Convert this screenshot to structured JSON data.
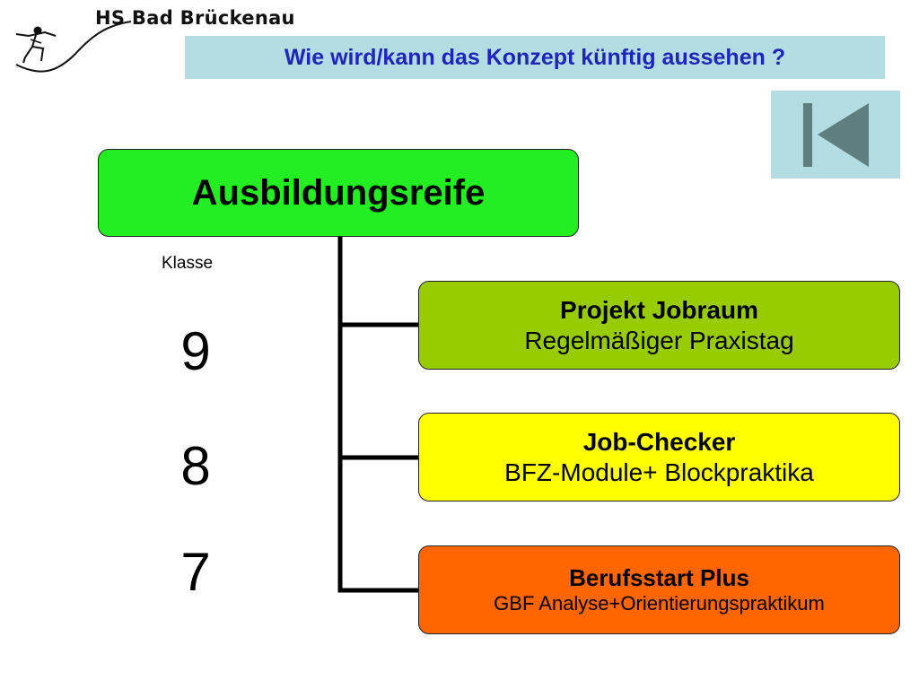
{
  "header": {
    "school_name": "HS Bad Brückenau",
    "title": "Wie wird/kann das Konzept künftig aussehen ?"
  },
  "navigation": {
    "back_icon": "skip-back-icon"
  },
  "diagram": {
    "top": "Ausbildungsreife",
    "klasse_label": "Klasse",
    "grades": [
      "9",
      "8",
      "7"
    ],
    "programs": [
      {
        "title": "Projekt Jobraum",
        "subtitle": "Regelmäßiger Praxistag",
        "color": "#99cc00"
      },
      {
        "title": "Job-Checker",
        "subtitle": "BFZ-Module+ Blockpraktika",
        "color": "#ffff00"
      },
      {
        "title": "Berufsstart Plus",
        "subtitle": "GBF Analyse+Orientierungspraktikum",
        "color": "#ff6600"
      }
    ],
    "top_color": "#22ee22"
  },
  "colors": {
    "banner_background": "#b3dde3",
    "title_text": "#1d26b8",
    "back_icon": "#5f7f7f"
  }
}
